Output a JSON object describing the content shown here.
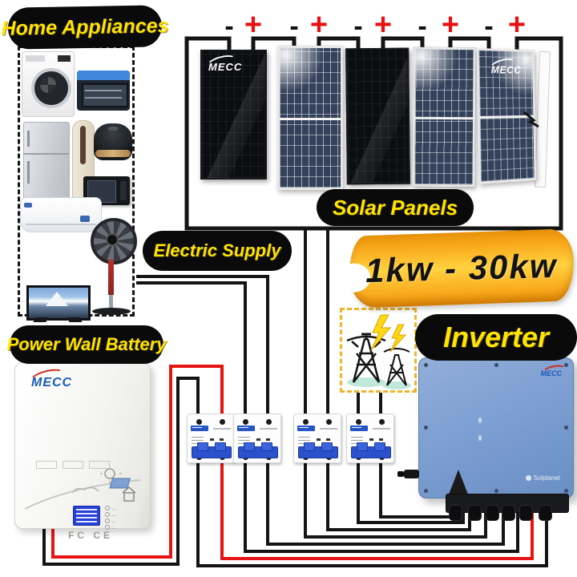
{
  "badges": {
    "home_appliances": "Home Appliances",
    "solar_panels": "Solar Panels",
    "electric_supply": "Electric  Supply",
    "power_wall_battery": "Power Wall Battery",
    "inverter": "Inverter"
  },
  "banner": {
    "text": "1kw - 30kw"
  },
  "polarity": {
    "pairs": [
      {
        "minus": "-",
        "plus": "+"
      },
      {
        "minus": "-",
        "plus": "+"
      },
      {
        "minus": "-",
        "plus": "+"
      },
      {
        "minus": "-",
        "plus": "+"
      },
      {
        "minus": "-",
        "plus": "+"
      }
    ]
  },
  "brand": {
    "panel_logo": "MECC",
    "battery_logo": "MECC",
    "inverter_logo_top": "MECC",
    "inverter_logo_bottom": "Solplanet"
  },
  "battery": {
    "certs": "FC CE"
  },
  "system": {
    "solar_panel_count": 5,
    "breaker_count": 4,
    "appliance_icons": [
      "washing-machine",
      "toaster-oven",
      "refrigerator",
      "floor-ac",
      "rice-cooker",
      "microwave",
      "wall-ac",
      "stand-fan",
      "tv"
    ]
  },
  "colors": {
    "wire_black": "#141414",
    "wire_red": "#e81313",
    "bubble_bg": "#0a0a0a",
    "bubble_text": "#ffe400",
    "banner_orange": "#f9a81b",
    "breaker_blue": "#2b51cc",
    "inverter_blue": "#7d9fd2",
    "tower_box_yellow": "#f0b429"
  }
}
